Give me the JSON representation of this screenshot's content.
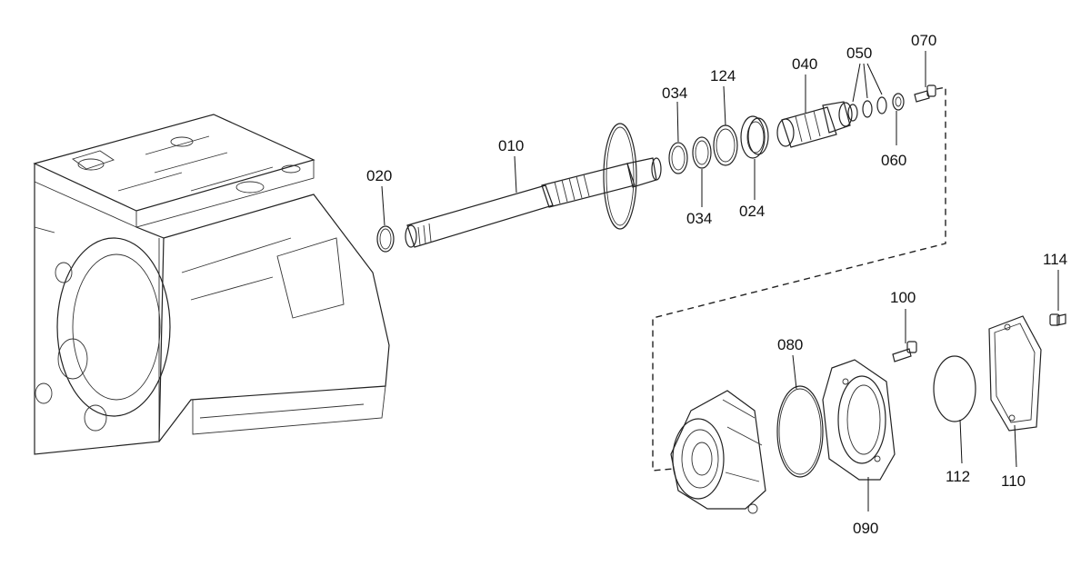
{
  "labels": {
    "p010": "010",
    "p020": "020",
    "p034a": "034",
    "p034b": "034",
    "p124": "124",
    "p024": "024",
    "p040": "040",
    "p050": "050",
    "p060": "060",
    "p070": "070",
    "p080": "080",
    "p090": "090",
    "p100": "100",
    "p110": "110",
    "p112": "112",
    "p114": "114"
  }
}
